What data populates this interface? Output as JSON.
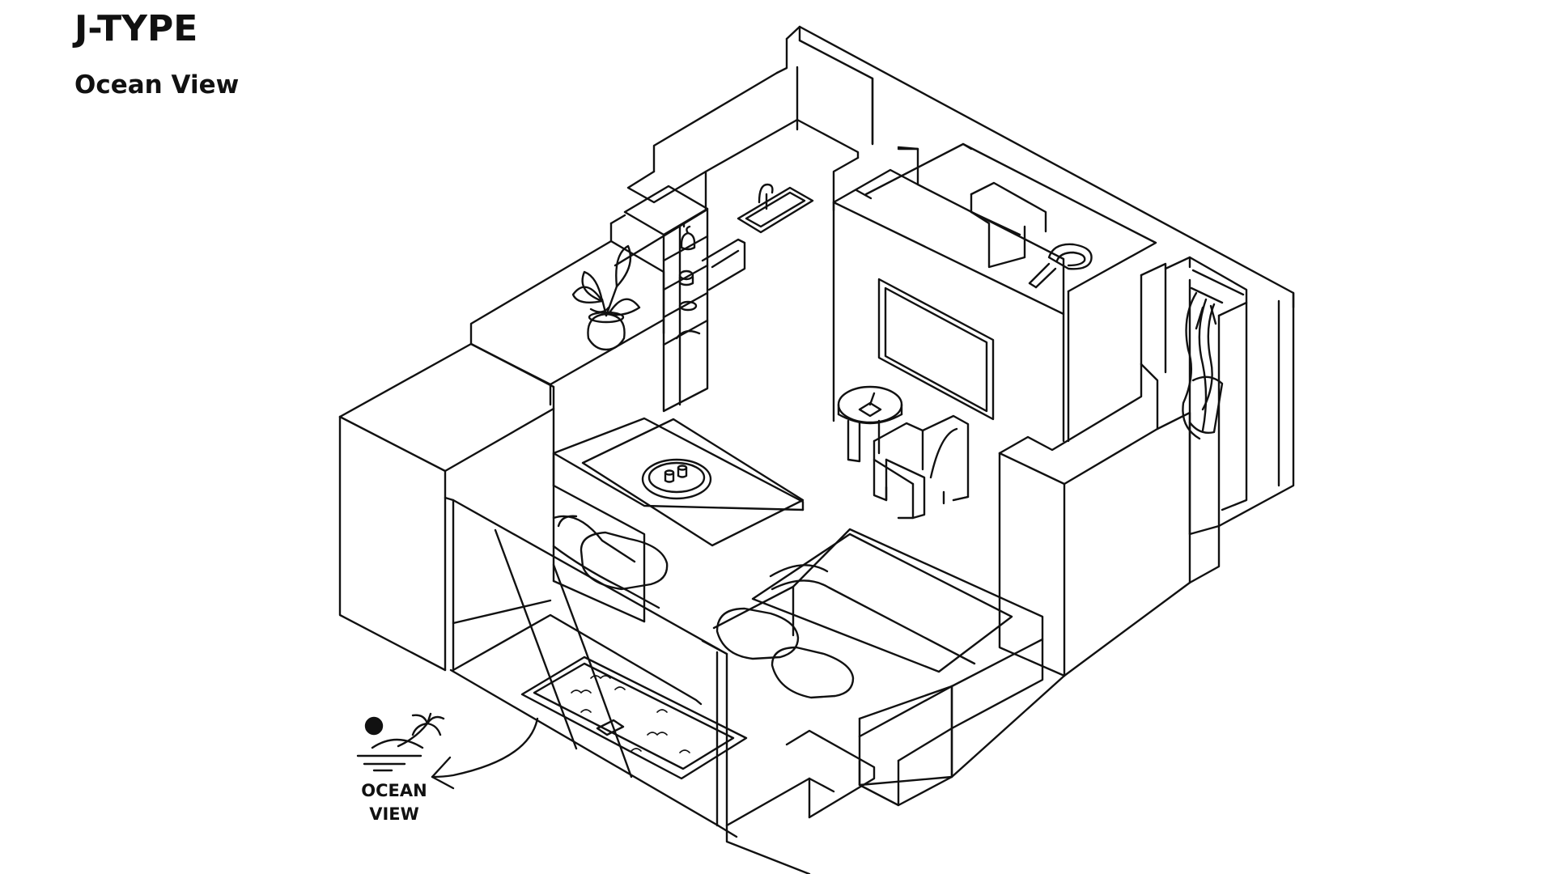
{
  "header": {
    "title": "J-TYPE",
    "subtitle": "Ocean View"
  },
  "ocean_callout": {
    "line1": "OCEAN",
    "line2": "VIEW",
    "icon": "sun-palm-ocean-icon"
  },
  "colors": {
    "background": "#ffffff",
    "ink": "#111111"
  }
}
